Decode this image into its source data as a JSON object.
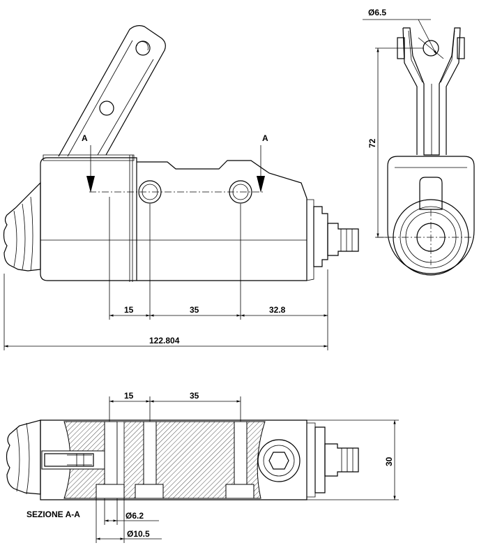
{
  "labels": {
    "section_marker_left": "A",
    "section_marker_right": "A",
    "section_title": "SEZIONE A-A"
  },
  "dimensions": {
    "front_view": {
      "d1": "15",
      "d2": "35",
      "d3": "32.8",
      "overall_length": "122.804"
    },
    "side_view": {
      "pin_diameter": "Ø6.5",
      "height": "72"
    },
    "section_view": {
      "d1": "15",
      "d2": "35",
      "height": "30",
      "hole_small": "Ø6.2",
      "hole_large": "Ø10.5"
    }
  }
}
